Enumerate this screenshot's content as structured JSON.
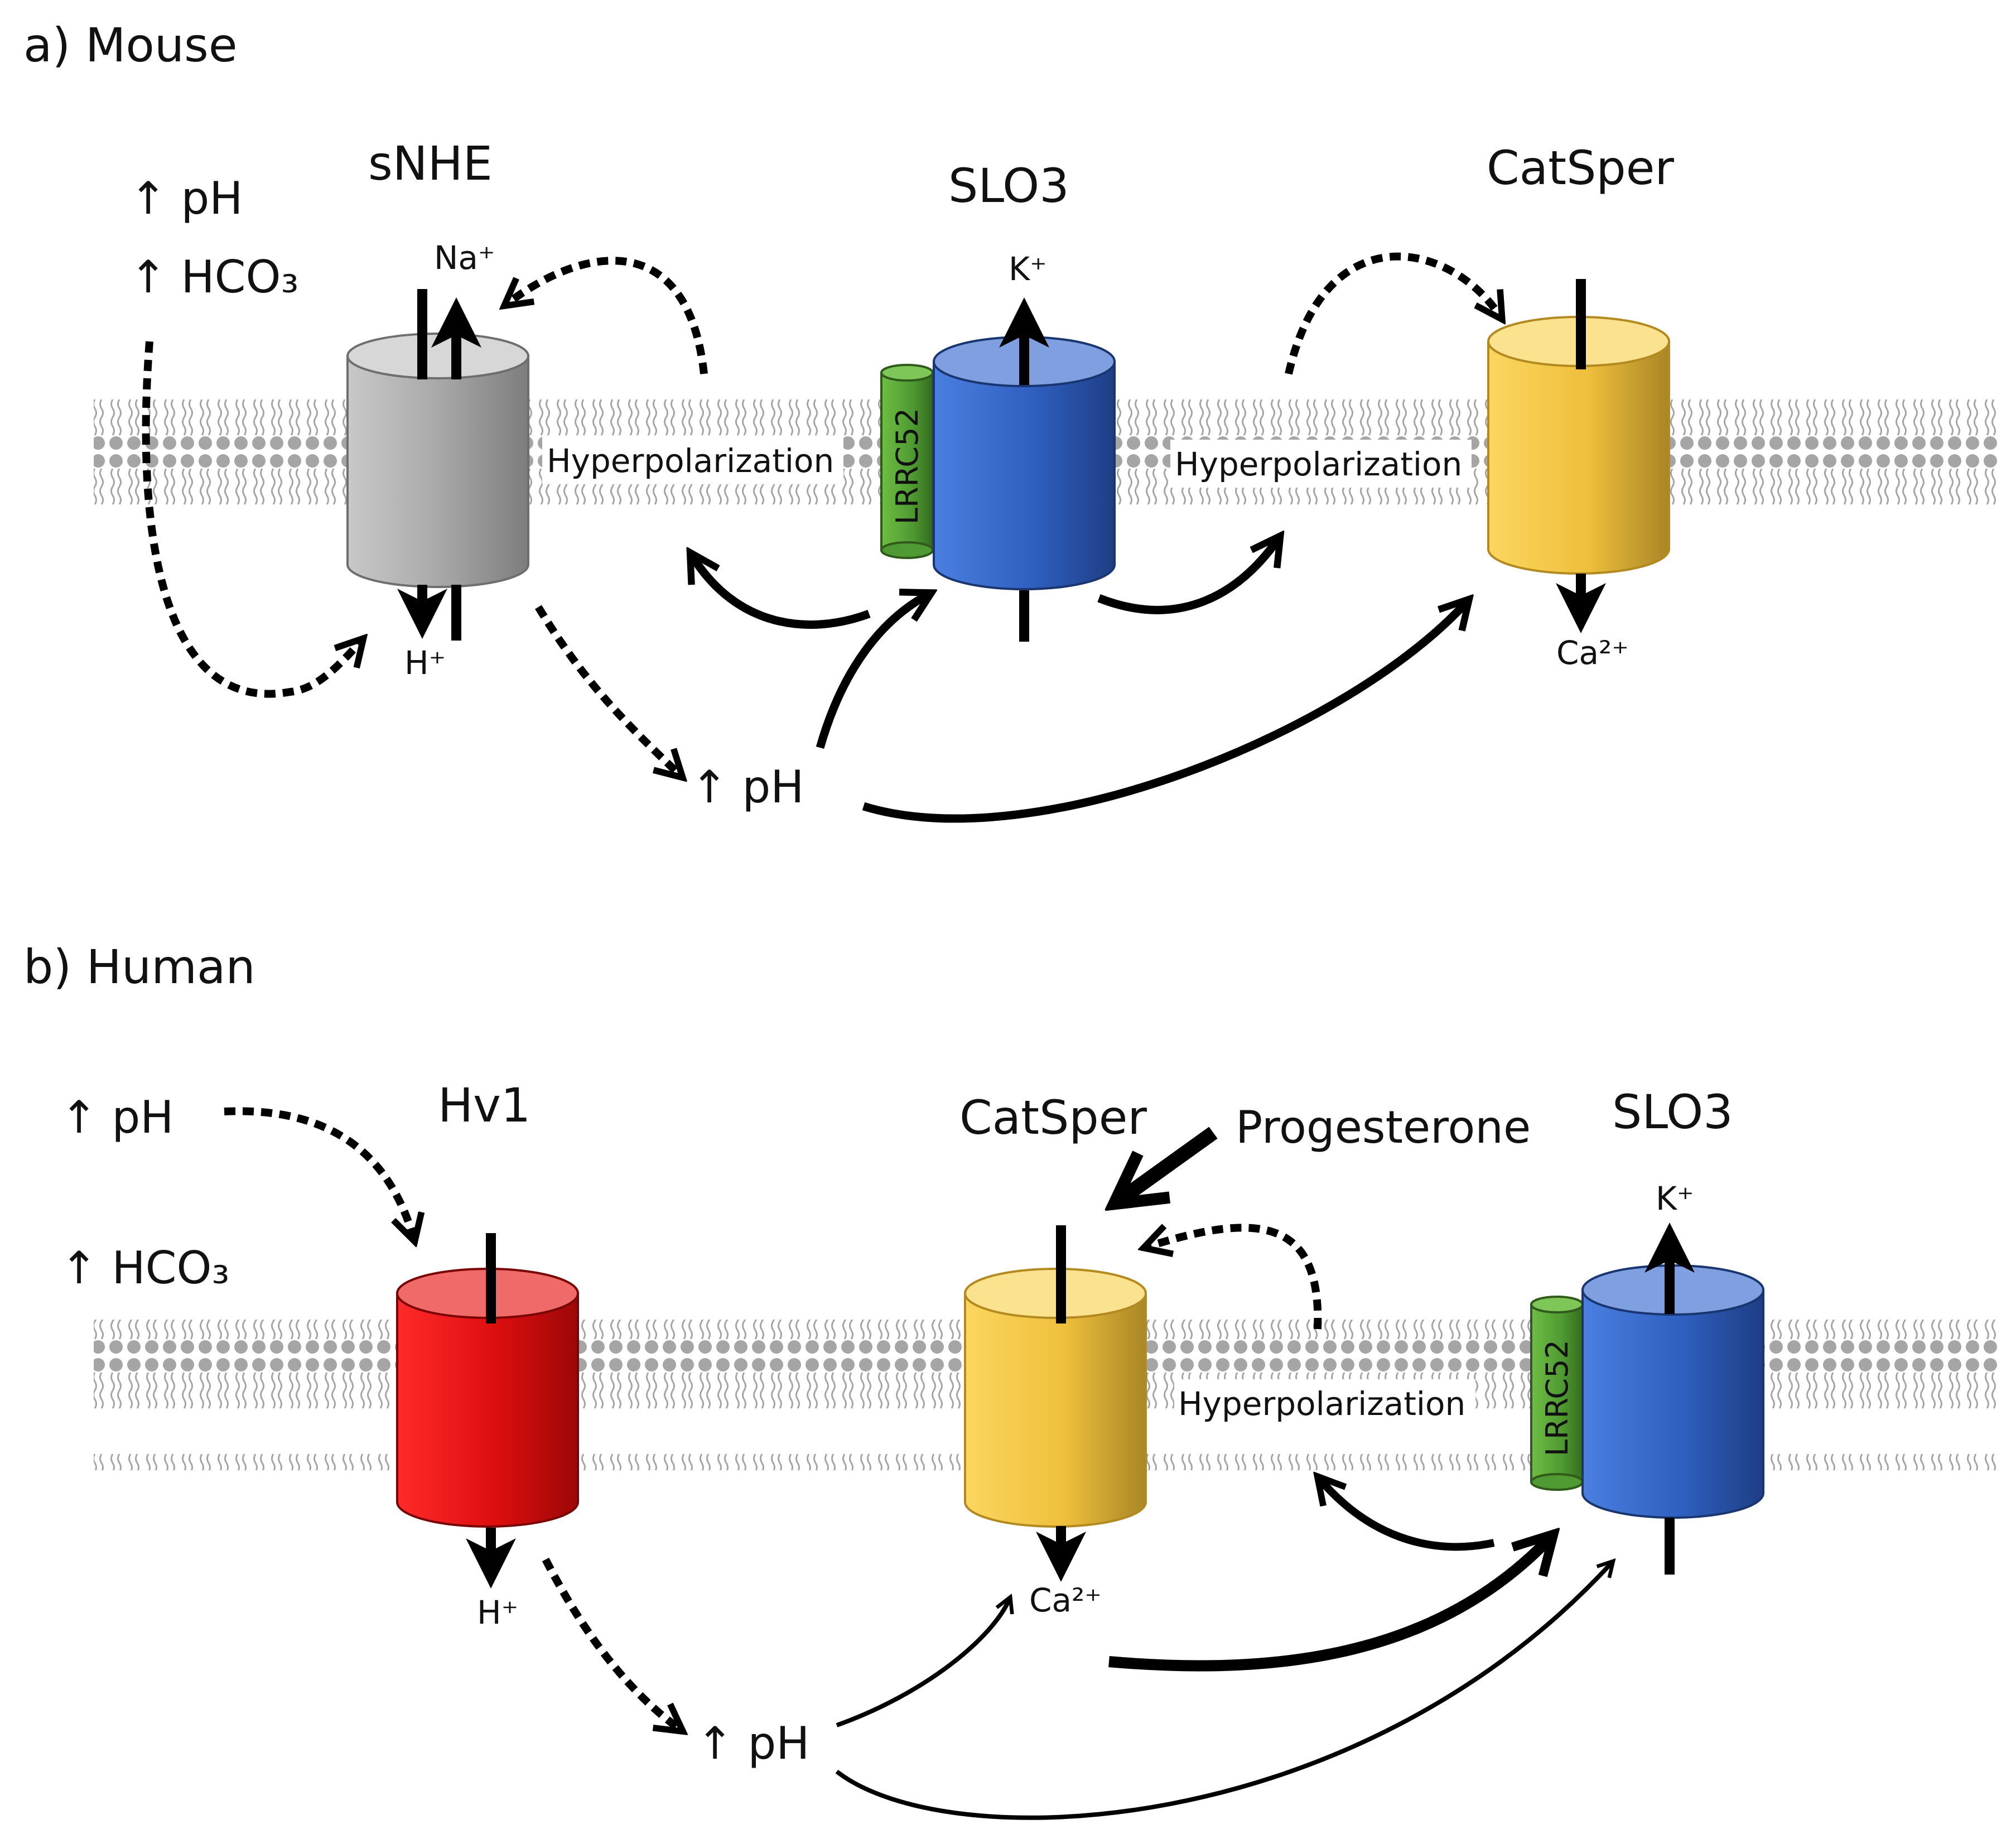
{
  "panel_a": {
    "title": "a) Mouse",
    "conditions": [
      "↑ pH",
      "↑ HCO₃"
    ],
    "channels": {
      "snhe": {
        "label": "sNHE",
        "ion_in": "Na⁺",
        "ion_out": "H⁺"
      },
      "slo3": {
        "label": "SLO3",
        "ion": "K⁺",
        "subunit": "LRRC52"
      },
      "catsper": {
        "label": "CatSper",
        "ion": "Ca²⁺"
      }
    },
    "hyperpolarization": [
      "Hyperpolarization",
      "Hyperpolarization"
    ],
    "ph_rise": "↑ pH"
  },
  "panel_b": {
    "title": "b) Human",
    "conditions": [
      "↑ pH",
      "↑ HCO₃"
    ],
    "channels": {
      "hv1": {
        "label": "Hv1",
        "ion": "H⁺"
      },
      "catsper": {
        "label": "CatSper",
        "ion": "Ca²⁺"
      },
      "slo3": {
        "label": "SLO3",
        "ion": "K⁺",
        "subunit": "LRRC52"
      }
    },
    "progesterone": "Progesterone",
    "hyperpolarization": "Hyperpolarization",
    "ph_rise": "↑ pH"
  },
  "colors": {
    "snhe": "#a9a9a9",
    "slo3": "#3b6fd0",
    "catsper": "#f0c442",
    "hv1": "#e41414",
    "lrrc52": "#4f9a32",
    "membrane": "#a5a5a5"
  }
}
